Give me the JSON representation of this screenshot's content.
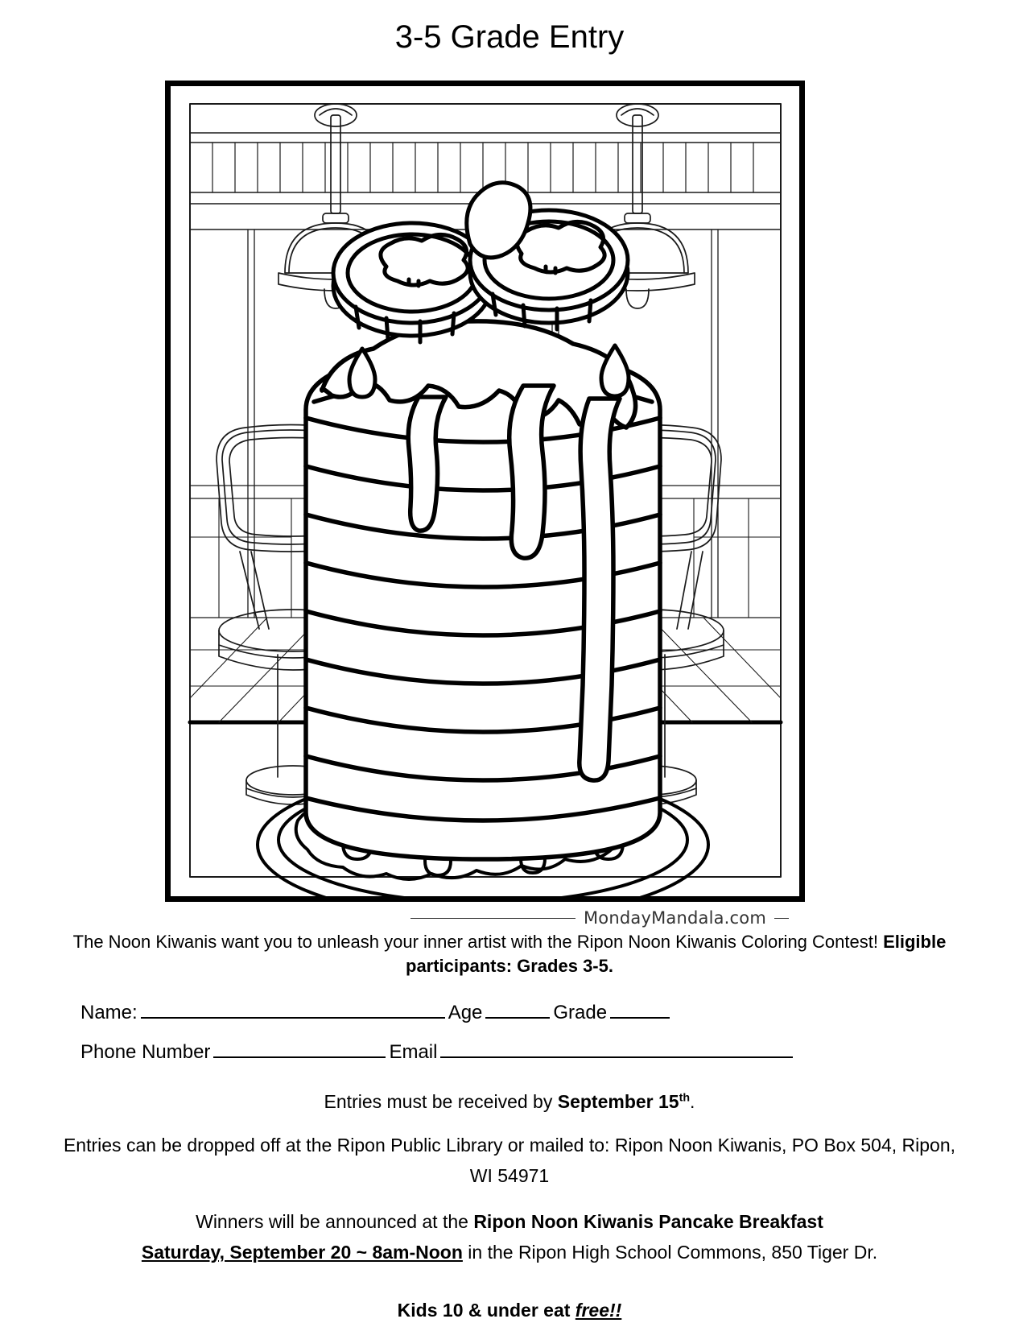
{
  "header": {
    "title": "3-5 Grade Entry"
  },
  "artwork": {
    "alt_name": "pancake-stack-coloring-page",
    "watermark": "MondayMandala.com",
    "scene_items": [
      "ceiling-beam",
      "pendant-lamp-left",
      "pendant-lamp-right",
      "diner-stool-left",
      "diner-stool-right",
      "wall-panels",
      "tile-floor",
      "pancake-stack",
      "banana-slice-left",
      "banana-slice-right",
      "syrup-drip",
      "plate",
      "syrup-pool"
    ]
  },
  "intro": {
    "part1": "The Noon Kiwanis want you to unleash your inner artist with the Ripon Noon Kiwanis Coloring Contest!",
    "part2_bold": "Eligible participants: Grades 3-5."
  },
  "form": {
    "name_label": "Name:",
    "name_value": "",
    "name_placeholder": "",
    "age_label": "Age",
    "age_value": "",
    "grade_label": "Grade",
    "grade_value": "",
    "phone_label": "Phone Number",
    "phone_value": "",
    "email_label": "Email",
    "email_value": ""
  },
  "details": {
    "deadline_prefix": "Entries must be received by ",
    "deadline_date": "September 15",
    "deadline_suffix_sup": "th",
    "deadline_period": ".",
    "dropoff_line1": "Entries can be dropped off at the Ripon Public Library or mailed to: Ripon Noon Kiwanis, PO Box 504, Ripon,",
    "dropoff_line2": "WI 54971",
    "winners_prefix": "Winners will be announced at the ",
    "winners_event": "Ripon Noon Kiwanis Pancake Breakfast",
    "event_datetime": "Saturday, September 20 ~ 8am-Noon",
    "event_location": " in the Ripon High School Commons, 850 Tiger Dr.",
    "kids_prefix": "Kids 10 & under eat ",
    "kids_free": "free!!"
  },
  "colors": {
    "ink": "#000000",
    "paper": "#ffffff",
    "watermark": "#333333"
  }
}
